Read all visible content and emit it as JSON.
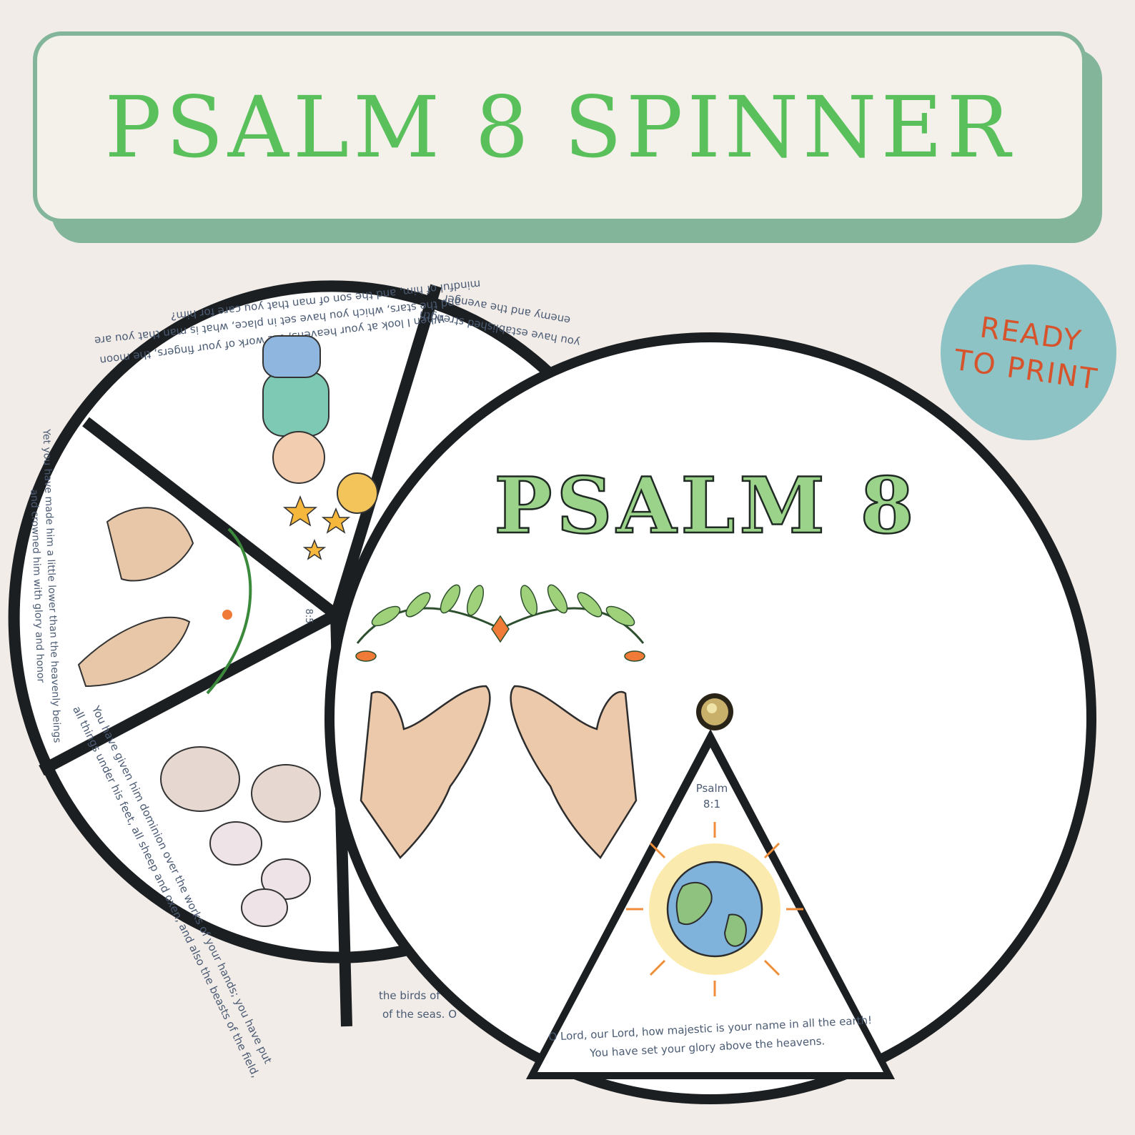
{
  "banner": {
    "title": "PSALM 8 SPINNER"
  },
  "badge": {
    "line1": "READY",
    "line2": "TO PRINT"
  },
  "front_wheel": {
    "title": "PSALM 8",
    "window": {
      "ref_line1": "Psalm",
      "ref_line2": "8:1",
      "verse_line1": "O Lord, our Lord, how majestic is your name in all the earth!",
      "verse_line2": "You have set your glory above the heavens."
    }
  },
  "back_wheel": {
    "segments": [
      {
        "line1": "When I look at your heavens, the work of your fingers, the moon",
        "line2": "and the stars, which you have set in place, what is man that you are",
        "line3": "mindful of him, and the son of man that you care for him?"
      },
      {
        "line1": "you have established strength",
        "line2": "enemy and the avenger"
      },
      {
        "ref": "8:5",
        "line1": "Yet you have made him a little lower than the heavenly beings",
        "line2": "and crowned him with glory and honor"
      },
      {
        "line1": "You have given him dominion over the works of your hands; you have put",
        "line2": "all things under his feet, all sheep and oxen, and also the beasts of the field,"
      },
      {
        "line1": "the birds of",
        "line2": "of the seas. O"
      }
    ]
  },
  "colors": {
    "banner_text": "#59c05c",
    "banner_border": "#82b59a",
    "badge_bg": "#8ec3c5",
    "badge_text": "#d6532c"
  }
}
